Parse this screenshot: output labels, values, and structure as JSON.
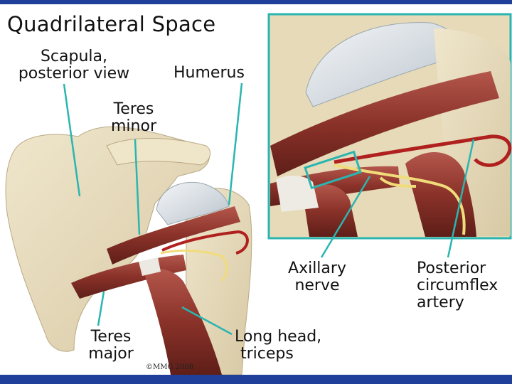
{
  "title": "Quadrilateral Space",
  "labels": {
    "scapula": [
      "Scapula,",
      "posterior view"
    ],
    "humerus": "Humerus",
    "teres_minor": [
      "Teres",
      "minor"
    ],
    "teres_major": [
      "Teres",
      "major"
    ],
    "long_head": [
      "Long head,",
      "triceps"
    ],
    "axillary_nerve": [
      "Axillary",
      "nerve"
    ],
    "posterior_circumflex": [
      "Posterior",
      "circumflex",
      "artery"
    ]
  },
  "copyright": "©MMG 2008",
  "colors": {
    "frame": "#1f3f9a",
    "leader_line": "#2bb5b0",
    "bone": "#e8dcc0",
    "muscle": "#8e3a32",
    "nerve": "#f0dc7a",
    "artery": "#b0201e"
  }
}
